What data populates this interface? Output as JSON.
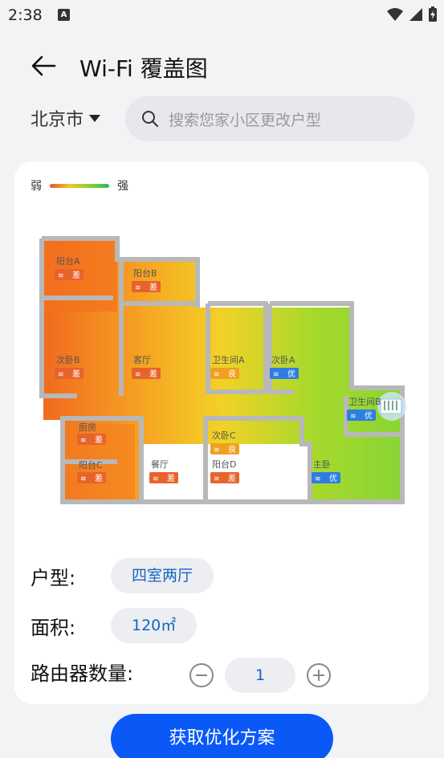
{
  "status_bar": {
    "time": "2:38",
    "notif_letter": "A"
  },
  "header": {
    "title": "Wi-Fi 覆盖图"
  },
  "city": {
    "name": "北京市"
  },
  "search": {
    "placeholder": "搜索您家小区更改户型"
  },
  "legend": {
    "weak": "弱",
    "strong": "强"
  },
  "rooms": [
    {
      "name": "阳台A",
      "signal": "差"
    },
    {
      "name": "阳台B",
      "signal": "差"
    },
    {
      "name": "次卧B",
      "signal": "差"
    },
    {
      "name": "客厅",
      "signal": "差"
    },
    {
      "name": "卫生间A",
      "signal": "良"
    },
    {
      "name": "次卧A",
      "signal": "优"
    },
    {
      "name": "卫生间B",
      "signal": "优"
    },
    {
      "name": "厨房",
      "signal": "差"
    },
    {
      "name": "阳台C",
      "signal": "差"
    },
    {
      "name": "餐厅",
      "signal": "差"
    },
    {
      "name": "次卧C",
      "signal": "良"
    },
    {
      "name": "阳台D",
      "signal": "差"
    },
    {
      "name": "主卧",
      "signal": "优"
    }
  ],
  "colors": {
    "poor": "#e8632a",
    "good": "#f0a020",
    "excellent": "#2f7de1",
    "primary": "#0a59f7"
  },
  "form": {
    "layout_label": "户型:",
    "layout_value": "四室两厅",
    "area_label": "面积:",
    "area_value": "120㎡",
    "router_label": "路由器数量:",
    "router_count": "1"
  },
  "cta": {
    "label": "获取优化方案"
  }
}
